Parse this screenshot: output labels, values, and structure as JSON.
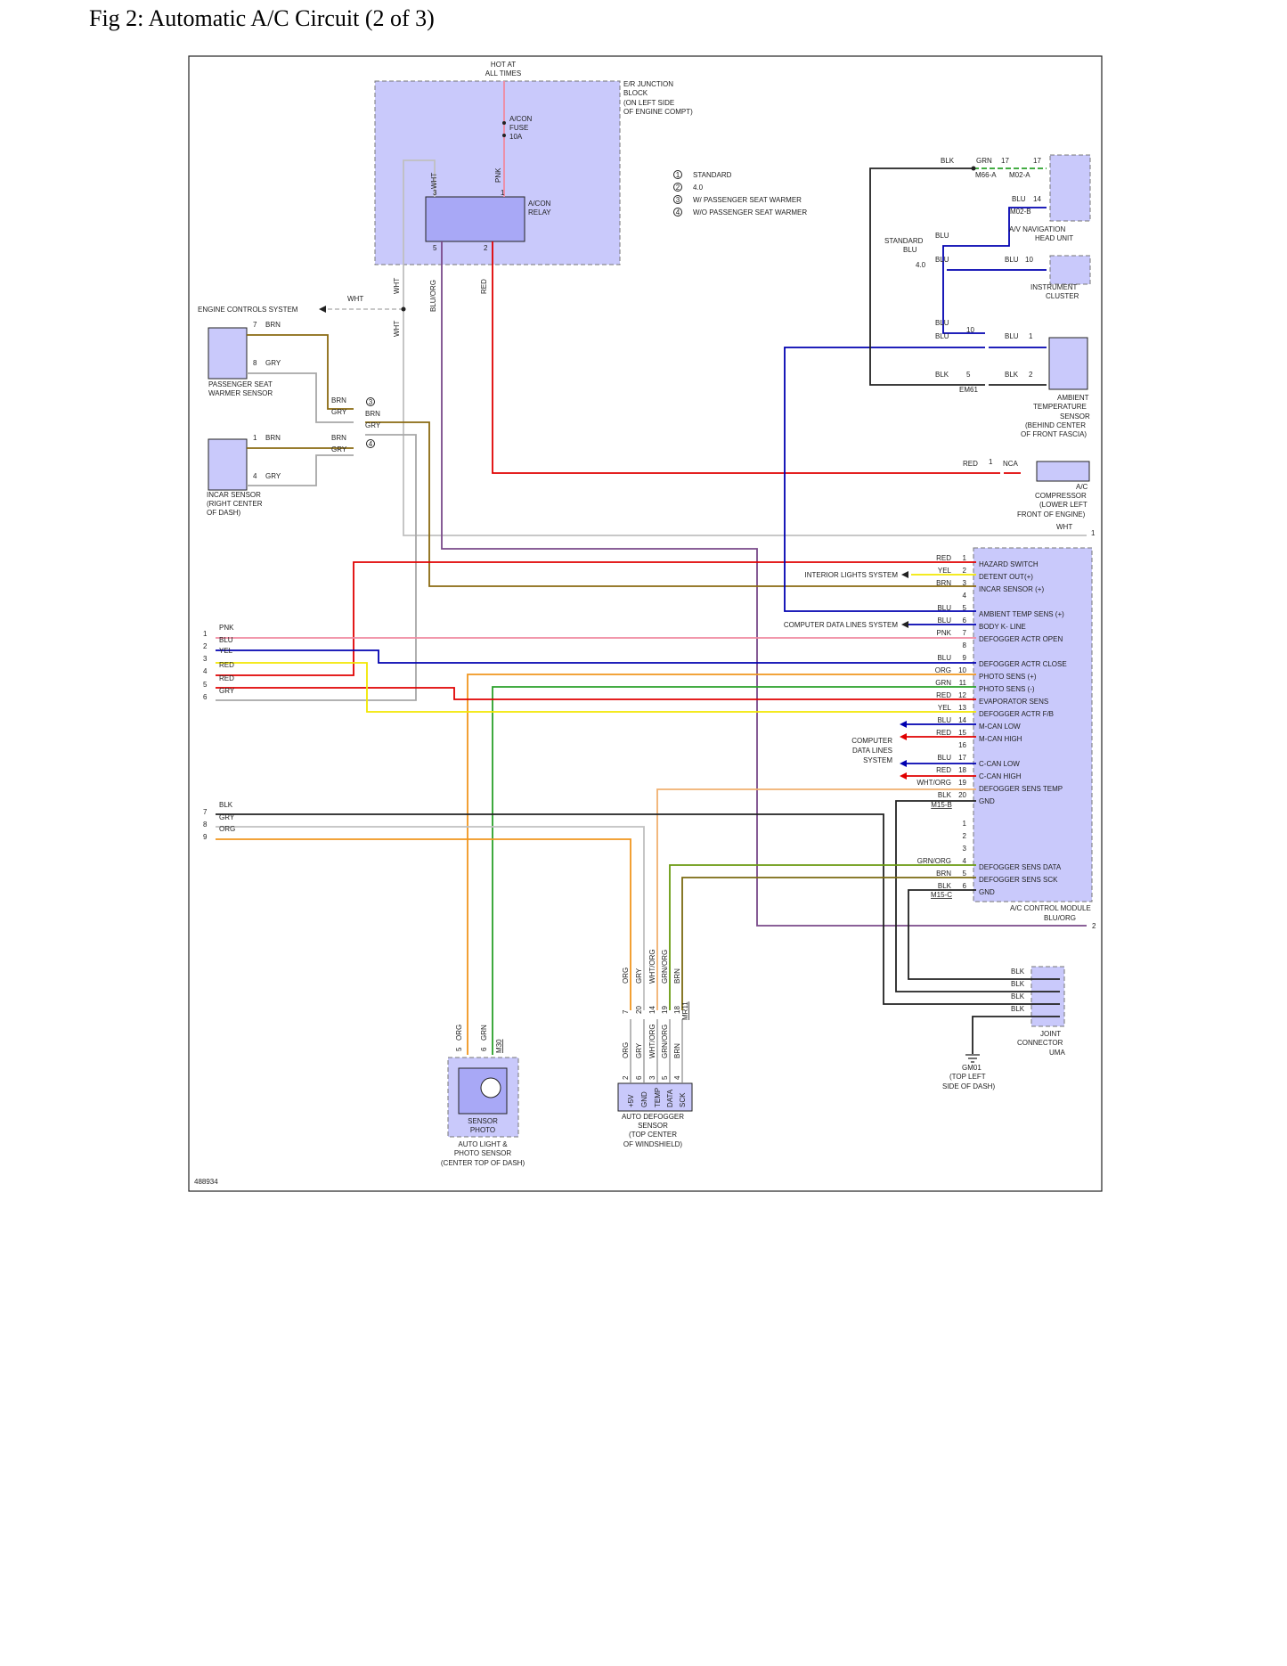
{
  "title": "Fig 2: Automatic A/C Circuit (2 of 3)",
  "figure_id": "488934",
  "colors": {
    "component_fill": "#c9c9fb",
    "component_border": "#666666",
    "red": "#e00000",
    "blue": "#0000b0",
    "yellow": "#f2e800",
    "pink": "#f08aa0",
    "green": "#2aa02a",
    "orange": "#f0961e",
    "brown": "#8a6a10",
    "gray": "#a8a8a8",
    "black": "#222222",
    "violet": "#7a4a8a"
  },
  "top": {
    "hot_at_all_times": [
      "HOT AT",
      "ALL TIMES"
    ],
    "er_junction": [
      "E/R JUNCTION",
      "BLOCK",
      "(ON LEFT SIDE",
      "OF ENGINE COMPT)"
    ],
    "fuse": [
      "A/CON",
      "FUSE",
      "10A"
    ],
    "relay": [
      "A/CON",
      "RELAY"
    ],
    "relay_pins": [
      "3",
      "1",
      "5",
      "2"
    ],
    "relay_wires": [
      "WHT",
      "PNK"
    ],
    "relay_down_wires": [
      "WHT",
      "BLU/ORG",
      "RED",
      "WHT"
    ]
  },
  "legend": [
    {
      "num": "1",
      "text": "STANDARD"
    },
    {
      "num": "2",
      "text": "4.0"
    },
    {
      "num": "3",
      "text": "W/ PASSENGER SEAT WARMER"
    },
    {
      "num": "4",
      "text": "W/O PASSENGER SEAT WARMER"
    }
  ],
  "engine_controls": {
    "label": "ENGINE CONTROLS SYSTEM",
    "wire": "WHT"
  },
  "passenger_sensor": {
    "label": [
      "PASSENGER SEAT",
      "WARMER SENSOR"
    ],
    "pins": [
      "7",
      "8"
    ],
    "wires": [
      "BRN",
      "GRY"
    ]
  },
  "incar_sensor": {
    "label": [
      "INCAR SENSOR",
      "(RIGHT CENTER",
      "OF DASH)"
    ],
    "pins": [
      "1",
      "4"
    ],
    "wires": [
      "BRN",
      "GRY"
    ]
  },
  "option_wires": {
    "opt3": [
      "BRN",
      "GRY"
    ],
    "opt3_out": [
      "BRN",
      "GRY"
    ],
    "opt4": [
      "BRN",
      "GRY"
    ]
  },
  "right_top": {
    "nav_labels": [
      "BLK",
      "GRN",
      "17",
      "17"
    ],
    "connectors": [
      "M66-A",
      "M02-A",
      "M02-B"
    ],
    "nav_head": [
      "A/V NAVIGATION",
      "HEAD UNIT"
    ],
    "nav_blu": [
      "BLU",
      "14"
    ],
    "standard": [
      "STANDARD",
      "BLU"
    ],
    "four_oh": "4.0",
    "instrument_wires": [
      "BLU",
      "BLU",
      "BLU",
      "10"
    ],
    "instrument_cluster": [
      "INSTRUMENT",
      "CLUSTER"
    ],
    "ambient_wires": [
      "BLU",
      "BLU",
      "10",
      "BLU",
      "1",
      "BLK",
      "5",
      "BLK",
      "2"
    ],
    "em61": "EM61",
    "ambient_label": [
      "AMBIENT",
      "TEMPERATURE",
      "SENSOR",
      "(BEHIND CENTER",
      "OF FRONT FASCIA)"
    ],
    "compressor_wire": [
      "RED",
      "1",
      "NCA"
    ],
    "compressor_label": [
      "A/C",
      "COMPRESSOR",
      "(LOWER LEFT",
      "FRONT OF ENGINE)"
    ],
    "wht_to_1": [
      "WHT",
      "1"
    ]
  },
  "left_inputs": [
    {
      "num": "1",
      "wire": "PNK"
    },
    {
      "num": "2",
      "wire": "BLU"
    },
    {
      "num": "3",
      "wire": "YEL"
    },
    {
      "num": "4",
      "wire": "RED"
    },
    {
      "num": "5",
      "wire": "RED"
    },
    {
      "num": "6",
      "wire": "GRY"
    },
    {
      "num": "7",
      "wire": "BLK"
    },
    {
      "num": "8",
      "wire": "GRY"
    },
    {
      "num": "9",
      "wire": "ORG"
    }
  ],
  "module": {
    "name": "A/C CONTROL MODULE",
    "connector_b": "M15-B",
    "connector_c": "M15-C",
    "pins_b": [
      {
        "pin": "1",
        "wire": "RED",
        "func": "HAZARD SWITCH"
      },
      {
        "pin": "2",
        "wire": "YEL",
        "func": "DETENT OUT(+)"
      },
      {
        "pin": "3",
        "wire": "BRN",
        "func": "INCAR SENSOR (+)"
      },
      {
        "pin": "4",
        "wire": "",
        "func": ""
      },
      {
        "pin": "5",
        "wire": "BLU",
        "func": "AMBIENT TEMP SENS (+)"
      },
      {
        "pin": "6",
        "wire": "BLU",
        "func": "BODY K- LINE"
      },
      {
        "pin": "7",
        "wire": "PNK",
        "func": "DEFOGGER ACTR OPEN"
      },
      {
        "pin": "8",
        "wire": "",
        "func": ""
      },
      {
        "pin": "9",
        "wire": "BLU",
        "func": "DEFOGGER ACTR CLOSE"
      },
      {
        "pin": "10",
        "wire": "ORG",
        "func": "PHOTO SENS (+)"
      },
      {
        "pin": "11",
        "wire": "GRN",
        "func": "PHOTO SENS (-)"
      },
      {
        "pin": "12",
        "wire": "RED",
        "func": "EVAPORATOR SENS"
      },
      {
        "pin": "13",
        "wire": "YEL",
        "func": "DEFOGGER ACTR F/B"
      },
      {
        "pin": "14",
        "wire": "BLU",
        "func": "M-CAN LOW"
      },
      {
        "pin": "15",
        "wire": "RED",
        "func": "M-CAN HIGH"
      },
      {
        "pin": "16",
        "wire": "",
        "func": ""
      },
      {
        "pin": "17",
        "wire": "BLU",
        "func": "C-CAN LOW"
      },
      {
        "pin": "18",
        "wire": "RED",
        "func": "C-CAN HIGH"
      },
      {
        "pin": "19",
        "wire": "WHT/ORG",
        "func": "DEFOGGER SENS TEMP"
      },
      {
        "pin": "20",
        "wire": "BLK",
        "func": "GND"
      }
    ],
    "pins_c": [
      {
        "pin": "1",
        "wire": "",
        "func": ""
      },
      {
        "pin": "2",
        "wire": "",
        "func": ""
      },
      {
        "pin": "3",
        "wire": "",
        "func": ""
      },
      {
        "pin": "4",
        "wire": "GRN/ORG",
        "func": "DEFOGGER SENS DATA"
      },
      {
        "pin": "5",
        "wire": "BRN",
        "func": "DEFOGGER SENS SCK"
      },
      {
        "pin": "6",
        "wire": "BLK",
        "func": "GND"
      }
    ],
    "interior_lights": "INTERIOR LIGHTS SYSTEM",
    "computer_data": "COMPUTER DATA LINES SYSTEM",
    "computer_data_multi": [
      "COMPUTER",
      "DATA LINES",
      "SYSTEM"
    ],
    "bluorg_out": [
      "BLU/ORG",
      "2"
    ]
  },
  "joint": {
    "wires": [
      "BLK",
      "BLK",
      "BLK",
      "BLK"
    ],
    "label": [
      "JOINT",
      "CONNECTOR",
      "UMA"
    ]
  },
  "ground": [
    "GM01",
    "(TOP LEFT",
    "SIDE OF DASH)"
  ],
  "photo_sensor": {
    "top_wires": [
      "5",
      "ORG",
      "6",
      "GRN"
    ],
    "connector": "M30",
    "inner": [
      "SENSOR",
      "PHOTO"
    ],
    "label": [
      "AUTO LIGHT &",
      "PHOTO SENSOR",
      "(CENTER TOP OF DASH)"
    ]
  },
  "defogger_sensor": {
    "top_wires": [
      "ORG",
      "GRY",
      "WHT/ORG",
      "GRN/ORG",
      "BRN"
    ],
    "top_pins": [
      "7",
      "20",
      "14",
      "19",
      "18"
    ],
    "connector": "MR11",
    "bottom_wires": [
      "ORG",
      "GRY",
      "WHT/ORG",
      "GRN/ORG",
      "BRN"
    ],
    "bottom_pins": [
      "2",
      "6",
      "3",
      "5",
      "4"
    ],
    "terms": [
      "+5V",
      "GND",
      "TEMP",
      "DATA",
      "SCK"
    ],
    "label": [
      "AUTO DEFOGGER",
      "SENSOR",
      "(TOP CENTER",
      "OF WINDSHIELD)"
    ]
  }
}
